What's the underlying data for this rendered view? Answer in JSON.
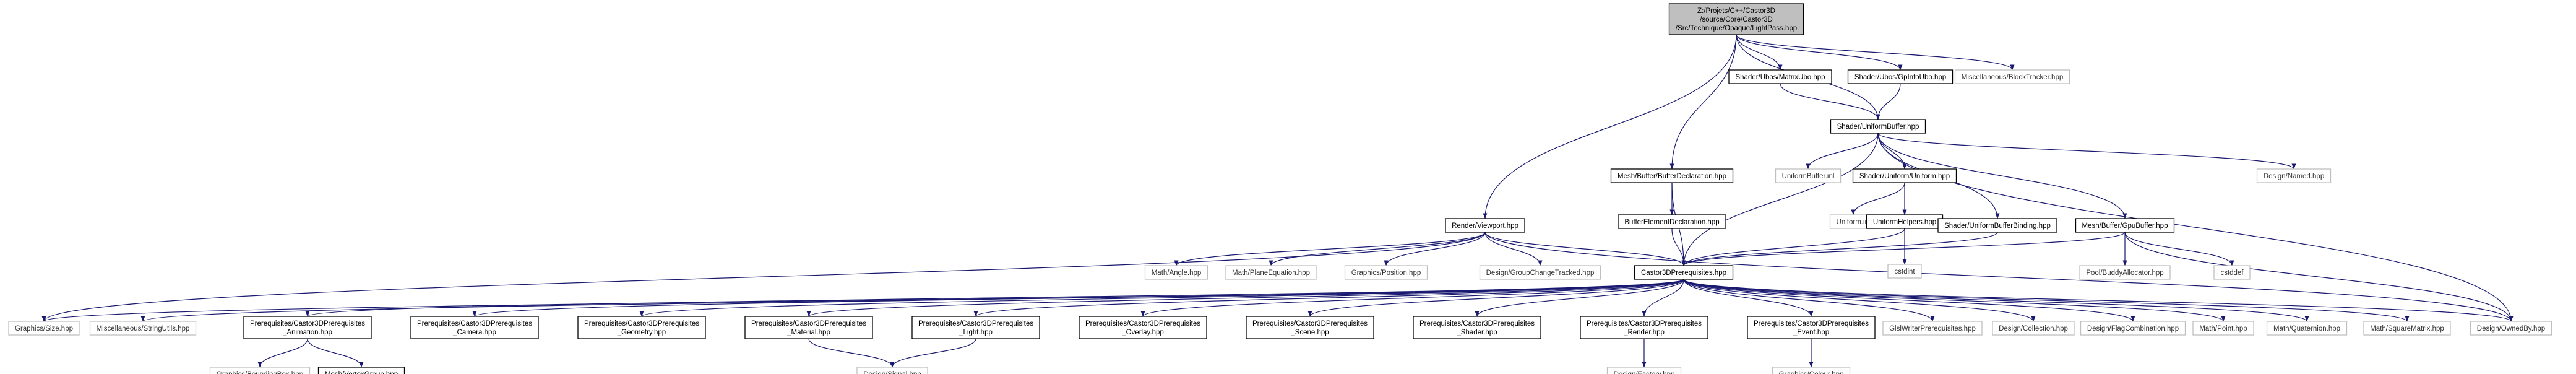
{
  "nodes": [
    {
      "id": "root",
      "kind": "root",
      "lines": [
        "Z:/Projets/C++/Castor3D",
        "/source/Core/Castor3D",
        "/Src/Technique/Opaque/LightPass.hpp"
      ]
    },
    {
      "id": "matrixubo",
      "kind": "doc",
      "lines": [
        "Shader/Ubos/MatrixUbo.hpp"
      ]
    },
    {
      "id": "gpinfoubo",
      "kind": "doc",
      "lines": [
        "Shader/Ubos/GpInfoUbo.hpp"
      ]
    },
    {
      "id": "blocktracker",
      "kind": "ext",
      "lines": [
        "Miscellaneous/BlockTracker.hpp"
      ]
    },
    {
      "id": "uniformbuffer",
      "kind": "doc",
      "lines": [
        "Shader/UniformBuffer.hpp"
      ]
    },
    {
      "id": "bufferdecl",
      "kind": "doc",
      "lines": [
        "Mesh/Buffer/BufferDeclaration.hpp"
      ]
    },
    {
      "id": "uniformbufferinl",
      "kind": "ext",
      "lines": [
        "UniformBuffer.inl"
      ]
    },
    {
      "id": "uniform",
      "kind": "doc",
      "lines": [
        "Shader/Uniform/Uniform.hpp"
      ]
    },
    {
      "id": "named",
      "kind": "ext",
      "lines": [
        "Design/Named.hpp"
      ]
    },
    {
      "id": "uniforminl",
      "kind": "ext",
      "lines": [
        "Uniform.inl"
      ]
    },
    {
      "id": "bufferelemdecl",
      "kind": "doc",
      "lines": [
        "BufferElementDeclaration.hpp"
      ]
    },
    {
      "id": "viewport",
      "kind": "doc",
      "lines": [
        "Render/Viewport.hpp"
      ]
    },
    {
      "id": "uniformhelpers",
      "kind": "doc",
      "lines": [
        "UniformHelpers.hpp"
      ]
    },
    {
      "id": "ubbinding",
      "kind": "doc",
      "lines": [
        "Shader/UniformBufferBinding.hpp"
      ]
    },
    {
      "id": "gpubuffer",
      "kind": "doc",
      "lines": [
        "Mesh/Buffer/GpuBuffer.hpp"
      ]
    },
    {
      "id": "angle",
      "kind": "ext",
      "lines": [
        "Math/Angle.hpp"
      ]
    },
    {
      "id": "planeeq",
      "kind": "ext",
      "lines": [
        "Math/PlaneEquation.hpp"
      ]
    },
    {
      "id": "position",
      "kind": "ext",
      "lines": [
        "Graphics/Position.hpp"
      ]
    },
    {
      "id": "groupchange",
      "kind": "ext",
      "lines": [
        "Design/GroupChangeTracked.hpp"
      ]
    },
    {
      "id": "cstdint",
      "kind": "ext",
      "lines": [
        "cstdint"
      ]
    },
    {
      "id": "buddy",
      "kind": "ext",
      "lines": [
        "Pool/BuddyAllocator.hpp"
      ]
    },
    {
      "id": "cstddef",
      "kind": "ext",
      "lines": [
        "cstddef"
      ]
    },
    {
      "id": "prereq",
      "kind": "doc",
      "lines": [
        "Castor3DPrerequisites.hpp"
      ]
    },
    {
      "id": "size",
      "kind": "ext",
      "lines": [
        "Graphics/Size.hpp"
      ]
    },
    {
      "id": "stringutils",
      "kind": "ext",
      "lines": [
        "Miscellaneous/StringUtils.hpp"
      ]
    },
    {
      "id": "p_animation",
      "kind": "doc",
      "lines": [
        "Prerequisites/Castor3DPrerequisites",
        "_Animation.hpp"
      ]
    },
    {
      "id": "p_camera",
      "kind": "doc",
      "lines": [
        "Prerequisites/Castor3DPrerequisites",
        "_Camera.hpp"
      ]
    },
    {
      "id": "p_geometry",
      "kind": "doc",
      "lines": [
        "Prerequisites/Castor3DPrerequisites",
        "_Geometry.hpp"
      ]
    },
    {
      "id": "p_material",
      "kind": "doc",
      "lines": [
        "Prerequisites/Castor3DPrerequisites",
        "_Material.hpp"
      ]
    },
    {
      "id": "p_light",
      "kind": "doc",
      "lines": [
        "Prerequisites/Castor3DPrerequisites",
        "_Light.hpp"
      ]
    },
    {
      "id": "p_overlay",
      "kind": "doc",
      "lines": [
        "Prerequisites/Castor3DPrerequisites",
        "_Overlay.hpp"
      ]
    },
    {
      "id": "p_scene",
      "kind": "doc",
      "lines": [
        "Prerequisites/Castor3DPrerequisites",
        "_Scene.hpp"
      ]
    },
    {
      "id": "p_shader",
      "kind": "doc",
      "lines": [
        "Prerequisites/Castor3DPrerequisites",
        "_Shader.hpp"
      ]
    },
    {
      "id": "p_render",
      "kind": "doc",
      "lines": [
        "Prerequisites/Castor3DPrerequisites",
        "_Render.hpp"
      ]
    },
    {
      "id": "p_event",
      "kind": "doc",
      "lines": [
        "Prerequisites/Castor3DPrerequisites",
        "_Event.hpp"
      ]
    },
    {
      "id": "glslwriter",
      "kind": "ext",
      "lines": [
        "GlslWriterPrerequisites.hpp"
      ]
    },
    {
      "id": "collection",
      "kind": "ext",
      "lines": [
        "Design/Collection.hpp"
      ]
    },
    {
      "id": "flagcomb",
      "kind": "ext",
      "lines": [
        "Design/FlagCombination.hpp"
      ]
    },
    {
      "id": "point",
      "kind": "ext",
      "lines": [
        "Math/Point.hpp"
      ]
    },
    {
      "id": "quaternion",
      "kind": "ext",
      "lines": [
        "Math/Quaternion.hpp"
      ]
    },
    {
      "id": "squarematrix",
      "kind": "ext",
      "lines": [
        "Math/SquareMatrix.hpp"
      ]
    },
    {
      "id": "ownedby",
      "kind": "ext",
      "lines": [
        "Design/OwnedBy.hpp"
      ]
    },
    {
      "id": "boundingbox",
      "kind": "ext",
      "lines": [
        "Graphics/BoundingBox.hpp"
      ]
    },
    {
      "id": "vertexgroup",
      "kind": "doc",
      "lines": [
        "Mesh/VertexGroup.hpp"
      ]
    },
    {
      "id": "signal",
      "kind": "ext",
      "lines": [
        "Design/Signal.hpp"
      ]
    },
    {
      "id": "factory",
      "kind": "ext",
      "lines": [
        "Design/Factory.hpp"
      ]
    },
    {
      "id": "colour",
      "kind": "ext",
      "lines": [
        "Graphics/Colour.hpp"
      ]
    }
  ],
  "edges": [
    [
      "root",
      "matrixubo"
    ],
    [
      "root",
      "gpinfoubo"
    ],
    [
      "root",
      "blocktracker"
    ],
    [
      "root",
      "uniformbuffer"
    ],
    [
      "root",
      "bufferdecl"
    ],
    [
      "root",
      "viewport"
    ],
    [
      "matrixubo",
      "uniformbuffer"
    ],
    [
      "gpinfoubo",
      "uniformbuffer"
    ],
    [
      "uniformbuffer",
      "uniformbufferinl"
    ],
    [
      "uniformbuffer",
      "uniform"
    ],
    [
      "uniformbuffer",
      "named"
    ],
    [
      "uniformbuffer",
      "ubbinding"
    ],
    [
      "uniformbuffer",
      "gpubuffer"
    ],
    [
      "uniformbuffer",
      "prereq"
    ],
    [
      "uniformbuffer",
      "ownedby"
    ],
    [
      "bufferdecl",
      "bufferelemdecl"
    ],
    [
      "bufferdecl",
      "prereq"
    ],
    [
      "bufferelemdecl",
      "prereq"
    ],
    [
      "uniform",
      "uniforminl"
    ],
    [
      "uniform",
      "uniformhelpers"
    ],
    [
      "uniformhelpers",
      "cstdint"
    ],
    [
      "uniformhelpers",
      "prereq"
    ],
    [
      "ubbinding",
      "prereq"
    ],
    [
      "gpubuffer",
      "buddy"
    ],
    [
      "gpubuffer",
      "cstddef"
    ],
    [
      "gpubuffer",
      "prereq"
    ],
    [
      "gpubuffer",
      "ownedby"
    ],
    [
      "viewport",
      "angle"
    ],
    [
      "viewport",
      "planeeq"
    ],
    [
      "viewport",
      "position"
    ],
    [
      "viewport",
      "groupchange"
    ],
    [
      "viewport",
      "prereq"
    ],
    [
      "viewport",
      "size"
    ],
    [
      "viewport",
      "ownedby"
    ],
    [
      "prereq",
      "size"
    ],
    [
      "prereq",
      "stringutils"
    ],
    [
      "prereq",
      "p_animation"
    ],
    [
      "prereq",
      "p_camera"
    ],
    [
      "prereq",
      "p_geometry"
    ],
    [
      "prereq",
      "p_material"
    ],
    [
      "prereq",
      "p_light"
    ],
    [
      "prereq",
      "p_overlay"
    ],
    [
      "prereq",
      "p_scene"
    ],
    [
      "prereq",
      "p_shader"
    ],
    [
      "prereq",
      "p_render"
    ],
    [
      "prereq",
      "p_event"
    ],
    [
      "prereq",
      "glslwriter"
    ],
    [
      "prereq",
      "collection"
    ],
    [
      "prereq",
      "flagcomb"
    ],
    [
      "prereq",
      "point"
    ],
    [
      "prereq",
      "quaternion"
    ],
    [
      "prereq",
      "squarematrix"
    ],
    [
      "prereq",
      "ownedby"
    ],
    [
      "p_animation",
      "boundingbox"
    ],
    [
      "p_animation",
      "vertexgroup"
    ],
    [
      "p_material",
      "signal"
    ],
    [
      "p_light",
      "signal"
    ],
    [
      "p_render",
      "factory"
    ],
    [
      "p_event",
      "colour"
    ]
  ],
  "colors": {
    "edge": "#191970",
    "root_fill": "#bfbfbf",
    "ext_border": "#bfbfbf"
  }
}
